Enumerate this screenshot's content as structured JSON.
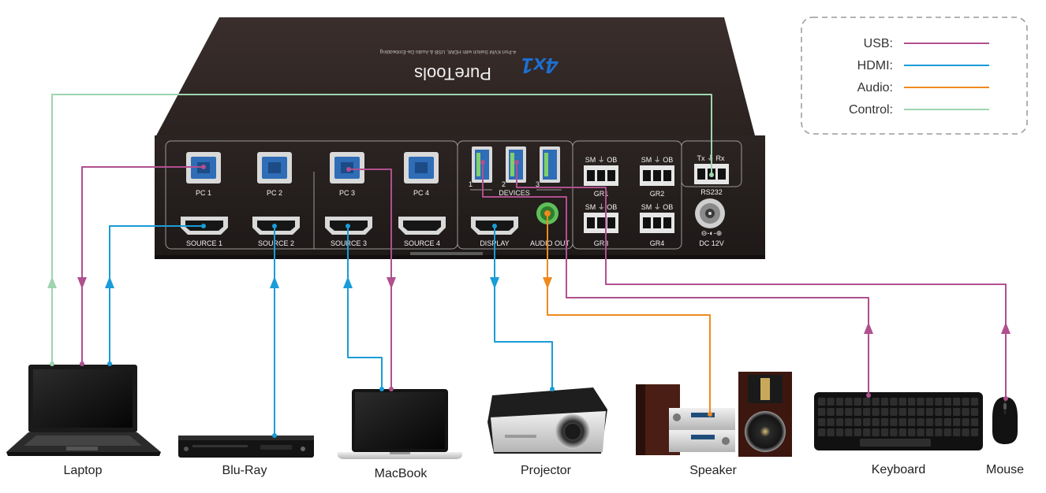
{
  "brand": {
    "name": "PureTools",
    "model": "4x1",
    "subtitle": "4-Port KVM Switch with HDMI, USB & Audio De-Embedding"
  },
  "ports": {
    "pc": [
      "PC 1",
      "PC 2",
      "PC 3",
      "PC 4"
    ],
    "source": [
      "SOURCE 1",
      "SOURCE 2",
      "SOURCE 3",
      "SOURCE 4"
    ],
    "display": "DISPLAY",
    "audio_out": "AUDIO OUT",
    "devices": "DEVICES",
    "usb_numbers": [
      "1",
      "2",
      "3"
    ],
    "gr": [
      "GR1",
      "GR2",
      "GR3",
      "GR4"
    ],
    "gr_pins": "SM ⏚ OB",
    "rs232": "RS232",
    "rs232_pins": "Tx ⏚ Rx",
    "dc": "DC 12V"
  },
  "devices": {
    "laptop": "Laptop",
    "bluray": "Blu-Ray",
    "macbook": "MacBook",
    "projector": "Projector",
    "speaker": "Speaker",
    "keyboard": "Keyboard",
    "mouse": "Mouse"
  },
  "legend": [
    {
      "label": "USB:",
      "color": "#b0508f"
    },
    {
      "label": "HDMI:",
      "color": "#1a9cd8"
    },
    {
      "label": "Audio:",
      "color": "#ef8a1e"
    },
    {
      "label": "Control:",
      "color": "#9fd4b0"
    }
  ],
  "colors": {
    "usb": "#b0508f",
    "hdmi": "#1a9cd8",
    "audio": "#ef8a1e",
    "control": "#9fd4b0"
  }
}
